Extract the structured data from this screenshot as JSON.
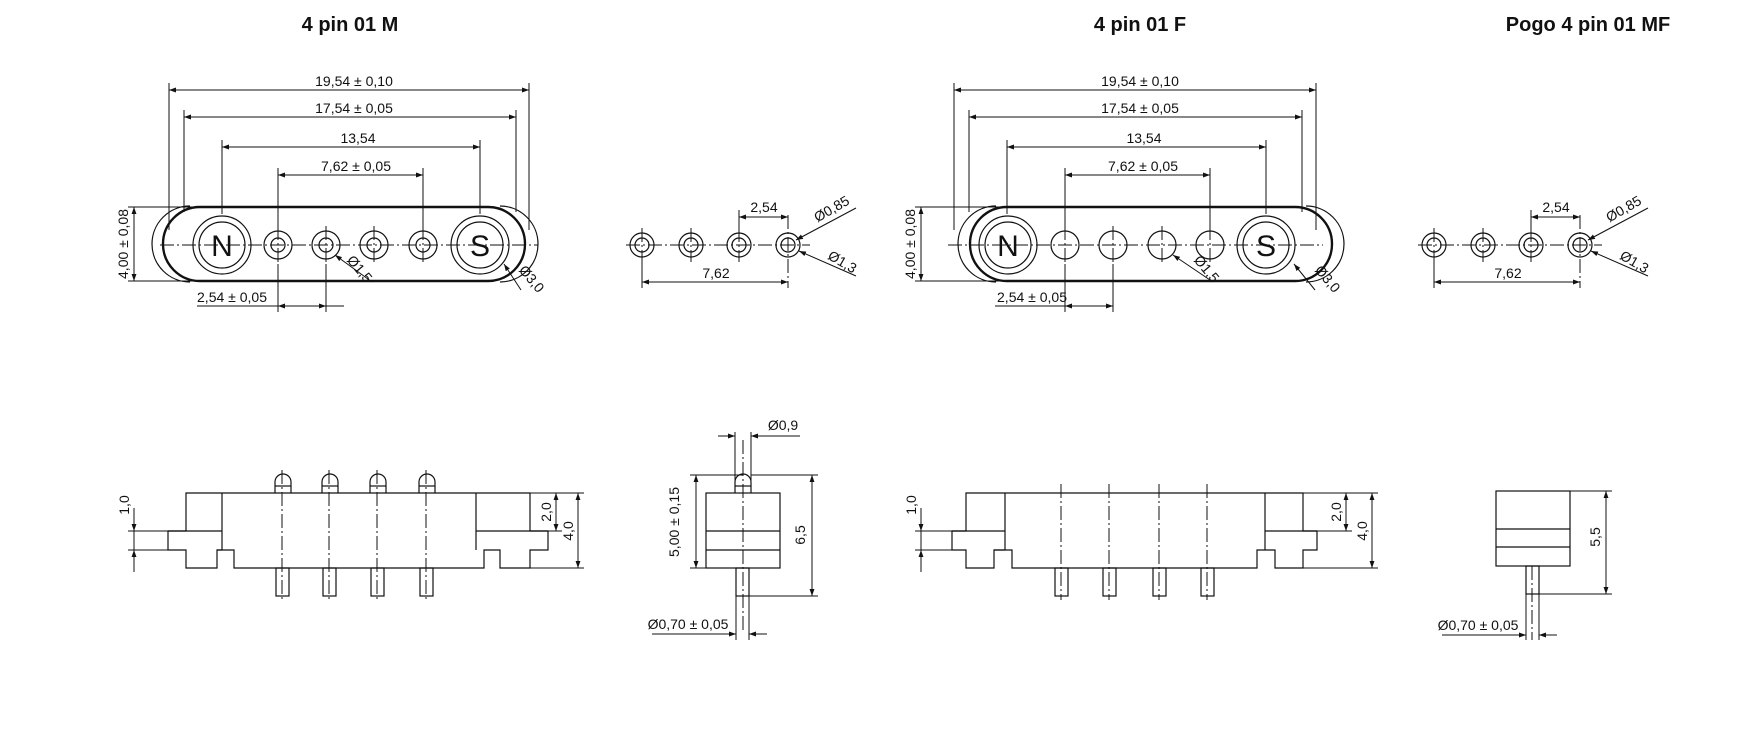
{
  "titles": {
    "m": "4 pin 01 M",
    "f": "4 pin 01 F",
    "pogo": "Pogo 4 pin 01 MF"
  },
  "letters": {
    "north": "N",
    "south": "S"
  },
  "dims": {
    "overall": "19,54 ± 0,10",
    "inner": "17,54 ± 0,05",
    "outer_pins": "13,54",
    "pin_span": "7,62 ± 0,05",
    "height": "4,00 ± 0,08",
    "pitch_tol": "2,54 ± 0,05",
    "dia_pin_hole": "Ø1,5",
    "dia_magnet": "Ø3,0",
    "pitch": "2,54",
    "span": "7,62",
    "dia_085": "Ø0,85",
    "dia_13": "Ø1,3",
    "step": "1,0",
    "flange": "2,0",
    "body_h": "4,0",
    "dia_09": "Ø0,9",
    "side_h": "5,00 ± 0,15",
    "total_h": "6,5",
    "dia_pin": "Ø0,70 ± 0,05",
    "pogo_h": "5,5"
  }
}
